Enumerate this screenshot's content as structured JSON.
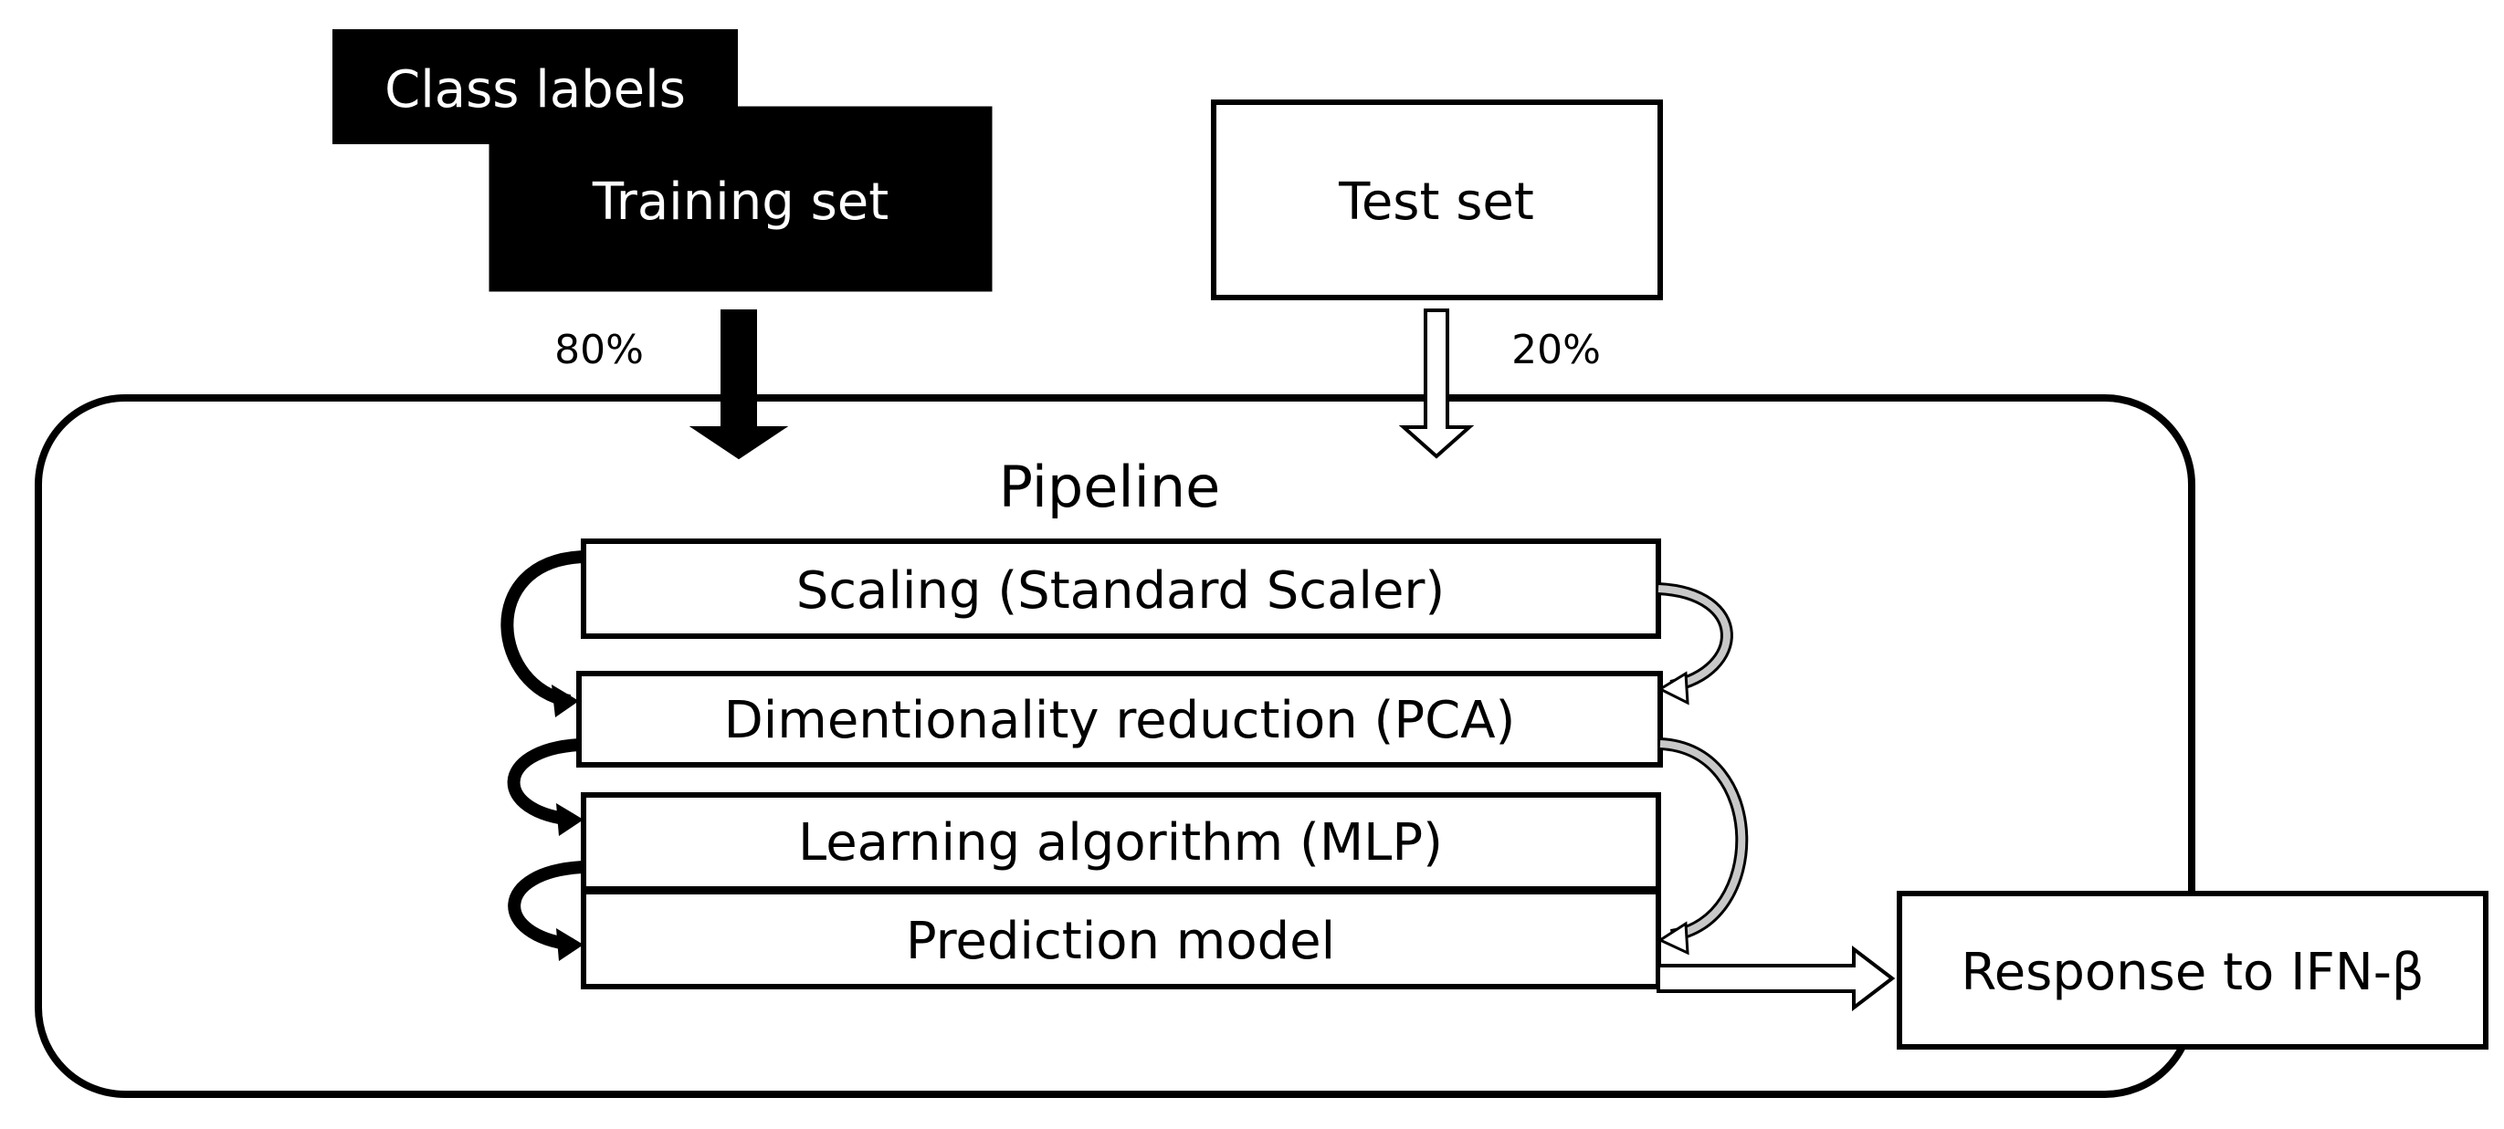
{
  "inputs": {
    "class_labels": "Class labels",
    "training_set": "Training set",
    "test_set": "Test set",
    "train_pct": "80%",
    "test_pct": "20%"
  },
  "pipeline": {
    "title": "Pipeline",
    "steps": [
      "Scaling (Standard Scaler)",
      "Dimentionality reduction (PCA)",
      "Learning algorithm (MLP)",
      "Prediction model"
    ]
  },
  "output": {
    "label": "Response to IFN-β"
  },
  "colors": {
    "train": "#000000",
    "test": "#ffffff",
    "test_flow_fill": "#c8c8c8",
    "line": "#000000"
  }
}
